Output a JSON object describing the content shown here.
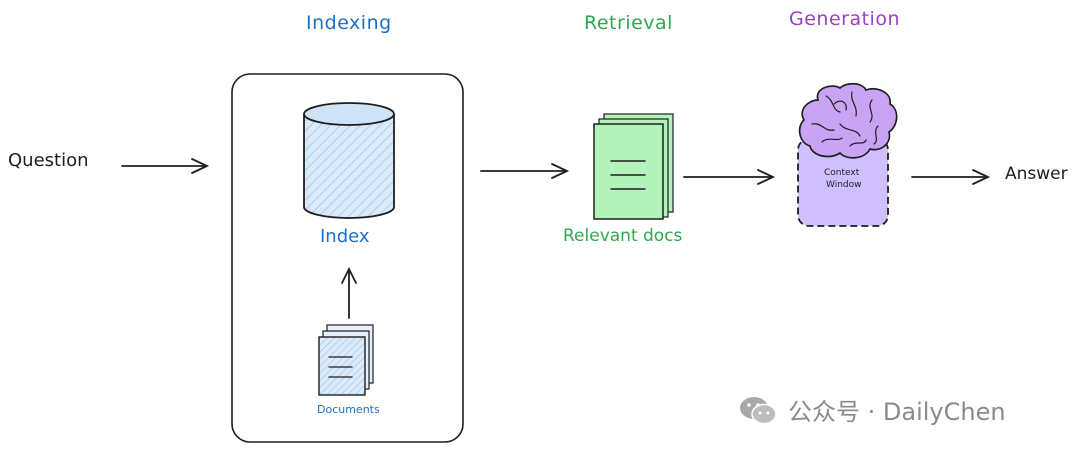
{
  "sections": {
    "indexing": {
      "title": "Indexing",
      "color": "#1e6fc6"
    },
    "retrieval": {
      "title": "Retrieval",
      "color": "#2fa84f"
    },
    "generation": {
      "title": "Generation",
      "color": "#9b3fc6"
    }
  },
  "nodes": {
    "question": "Question",
    "index": "Index",
    "documents": "Documents",
    "relevant_docs": "Relevant docs",
    "context_window_line1": "Context",
    "context_window_line2": "Window",
    "answer": "Answer"
  },
  "colors": {
    "stroke": "#1e1e1e",
    "index_fill": "#cfe3f7",
    "docs_fill": "#b2f2bb",
    "brain_fill": "#c9a4f5",
    "context_fill": "#d0bfff"
  },
  "watermark": {
    "text": "公众号 · DailyChen",
    "icon": "wechat-icon"
  }
}
